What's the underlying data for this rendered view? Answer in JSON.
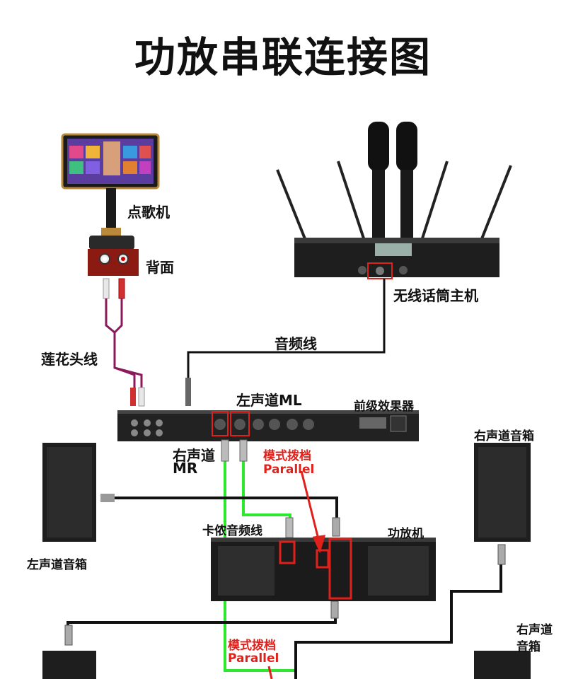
{
  "title": "功放串联连接图",
  "labels": {
    "karaoke": "点歌机",
    "back": "背面",
    "mic_host": "无线话筒主机",
    "audio_cable": "音频线",
    "rca_cable": "莲花头线",
    "left_ml": "左声道ML",
    "preamp": "前级效果器",
    "right_mr_1": "右声道",
    "right_mr_2": "MR",
    "mode_1_top": "模式拨档",
    "mode_1_bottom": "Parallel",
    "xlr_cable": "卡侬音频线",
    "amp": "功放机",
    "right_spk_top": "右声道音箱",
    "left_spk": "左声道音箱",
    "mode_2_top": "模式拨档",
    "mode_2_bottom": "Parallel",
    "right_spk_bottom_1": "右声道",
    "right_spk_bottom_2": "音箱"
  }
}
